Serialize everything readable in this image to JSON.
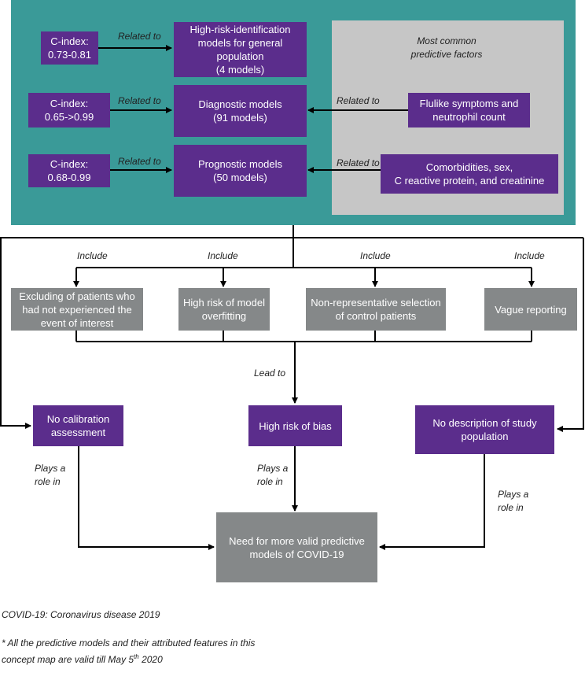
{
  "header": {
    "most_common_factors": "Most common\npredictive factors"
  },
  "models": {
    "high_risk": "High-risk-identification\nmodels for general population\n(4 models)",
    "diagnostic": "Diagnostic models\n(91 models)",
    "prognostic": "Prognostic models\n(50 models)"
  },
  "cindex": {
    "high_risk": "C-index:\n0.73-0.81",
    "diagnostic": "C-index:\n0.65->0.99",
    "prognostic": "C-index:\n0.68-0.99"
  },
  "factors": {
    "diagnostic": "Flulike symptoms and\nneutrophil count",
    "prognostic": "Comorbidities, sex,\nC reactive protein, and creatinine"
  },
  "relations": {
    "related_to": "Related to",
    "include": "Include",
    "lead_to": "Lead to",
    "plays_role": "Plays a\nrole in"
  },
  "issues": {
    "excluding": "Excluding of patients who\nhad not experienced the\nevent of interest",
    "overfitting": "High risk of model\noverfitting",
    "nonrep": "Non-representative selection\nof control patients",
    "vague": "Vague reporting"
  },
  "outcomes": {
    "no_calibration": "No calibration\nassessment",
    "high_bias": "High risk of bias",
    "no_description": "No description of study\npopulation",
    "need": "Need for more valid predictive\nmodels of COVID-19"
  },
  "notes": {
    "abbrev": "COVID-19: Coronavirus disease 2019",
    "footnote_line1": "* All the predictive models and their attributed features in this",
    "footnote_line2_pre": "concept map are valid till May 5",
    "footnote_sup": "th",
    "footnote_line2_post": " 2020"
  },
  "colors": {
    "teal": "#3a9a98",
    "purple": "#5b2d8c",
    "grey": "#858889",
    "light_grey": "#c6c6c6"
  }
}
